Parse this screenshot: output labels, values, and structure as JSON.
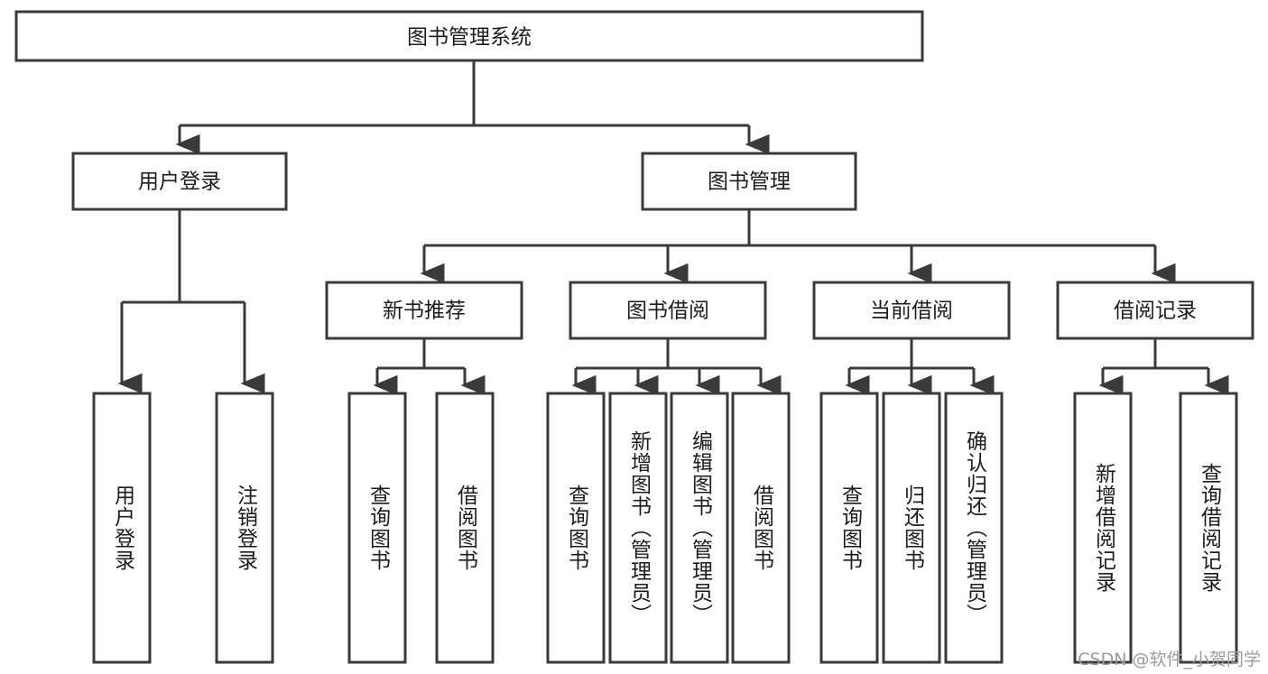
{
  "diagram": {
    "title": "图书管理系统",
    "type": "hierarchy-tree",
    "watermark": "CSDN @软件_小贺同学",
    "colors": {
      "box_stroke": "#3a3a3a",
      "box_fill": "#ffffff",
      "link_stroke": "#3a3a3a",
      "text": "#1c1c1c",
      "watermark": "#9b9b9b"
    },
    "levels": {
      "root": {
        "label": "图书管理系统"
      },
      "level2": [
        {
          "label": "用户登录"
        },
        {
          "label": "图书管理"
        }
      ],
      "level3": [
        {
          "label": "新书推荐"
        },
        {
          "label": "图书借阅"
        },
        {
          "label": "当前借阅"
        },
        {
          "label": "借阅记录"
        }
      ],
      "leaves": [
        {
          "label": "用户登录",
          "parent": "用户登录"
        },
        {
          "label": "注销登录",
          "parent": "用户登录"
        },
        {
          "label": "查询图书",
          "parent": "新书推荐"
        },
        {
          "label": "借阅图书",
          "parent": "新书推荐"
        },
        {
          "label": "查询图书",
          "parent": "图书借阅"
        },
        {
          "label": "新增图书（管理员）",
          "parent": "图书借阅"
        },
        {
          "label": "编辑图书（管理员）",
          "parent": "图书借阅"
        },
        {
          "label": "借阅图书",
          "parent": "图书借阅"
        },
        {
          "label": "查询图书",
          "parent": "当前借阅"
        },
        {
          "label": "归还图书",
          "parent": "当前借阅"
        },
        {
          "label": "确认归还（管理员）",
          "parent": "当前借阅"
        },
        {
          "label": "新增借阅记录",
          "parent": "借阅记录"
        },
        {
          "label": "查询借阅记录",
          "parent": "借阅记录"
        }
      ]
    }
  }
}
